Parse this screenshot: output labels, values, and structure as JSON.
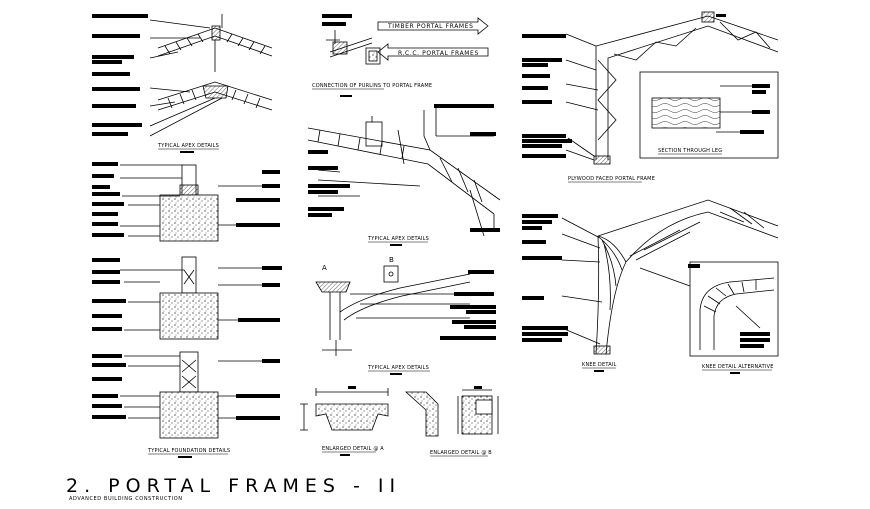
{
  "sheet": {
    "title": "2. PORTAL FRAMES - II",
    "subtitle": "ADVANCED BUILDING CONSTRUCTION"
  },
  "captions": {
    "typical_apex_1": "TYPICAL APEX DETAILS",
    "connection": "CONNECTION OF PURLINS TO PORTAL FRAME",
    "typical_apex_2": "TYPICAL APEX DETAILS",
    "typical_apex_3": "TYPICAL APEX DETAILS",
    "typical_foundation": "TYPICAL FOUNDATION DETAILS",
    "enlarged_a": "ENLARGED DETAIL @ A",
    "enlarged_b": "ENLARGED DETAIL @ B",
    "plywood": "PLYWOOD FACED PORTAL FRAME",
    "section_leg": "SECTION THROUGH LEG",
    "knee": "KNEE DETAIL",
    "knee_alt": "KNEE DETAIL ALTERNATIVE"
  },
  "legend": {
    "timber": "TIMBER PORTAL FRAMES",
    "rcc": "R.C.C. PORTAL FRAMES"
  },
  "markers": {
    "a": "A",
    "b": "B"
  }
}
